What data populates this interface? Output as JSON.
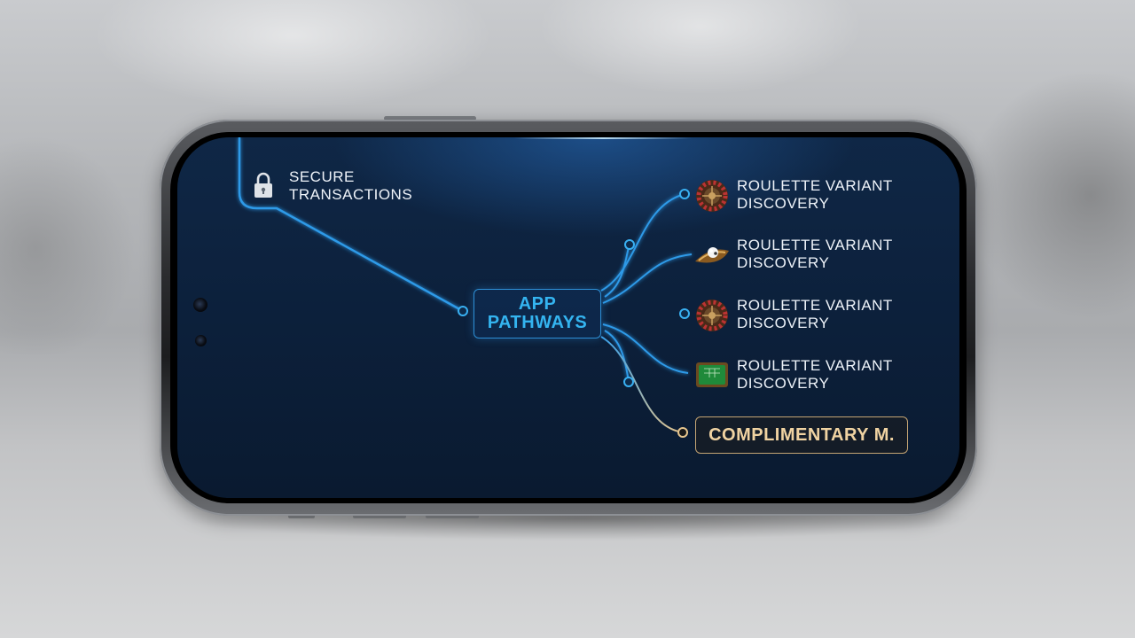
{
  "secure": {
    "line1": "SECURE",
    "line2": "TRANSACTIONS",
    "icon": "lock-icon"
  },
  "hub": {
    "line1": "APP",
    "line2": "PATHWAYS"
  },
  "branches": [
    {
      "line1": "ROULETTE VARIANT",
      "line2": "DISCOVERY",
      "icon": "roulette-wheel-icon"
    },
    {
      "line1": "ROULETTE VARIANT",
      "line2": "DISCOVERY",
      "icon": "roulette-ball-icon"
    },
    {
      "line1": "ROULETTE VARIANT",
      "line2": "DISCOVERY",
      "icon": "roulette-wheel-icon"
    },
    {
      "line1": "ROULETTE VARIANT",
      "line2": "DISCOVERY",
      "icon": "roulette-table-icon"
    }
  ],
  "complimentary": {
    "label": "COMPLIMENTARY M."
  },
  "colors": {
    "accent_blue": "#34b4f0",
    "line_blue": "#2d9ae8",
    "gold": "#c5a574",
    "screen_bg": "#0c203b"
  }
}
